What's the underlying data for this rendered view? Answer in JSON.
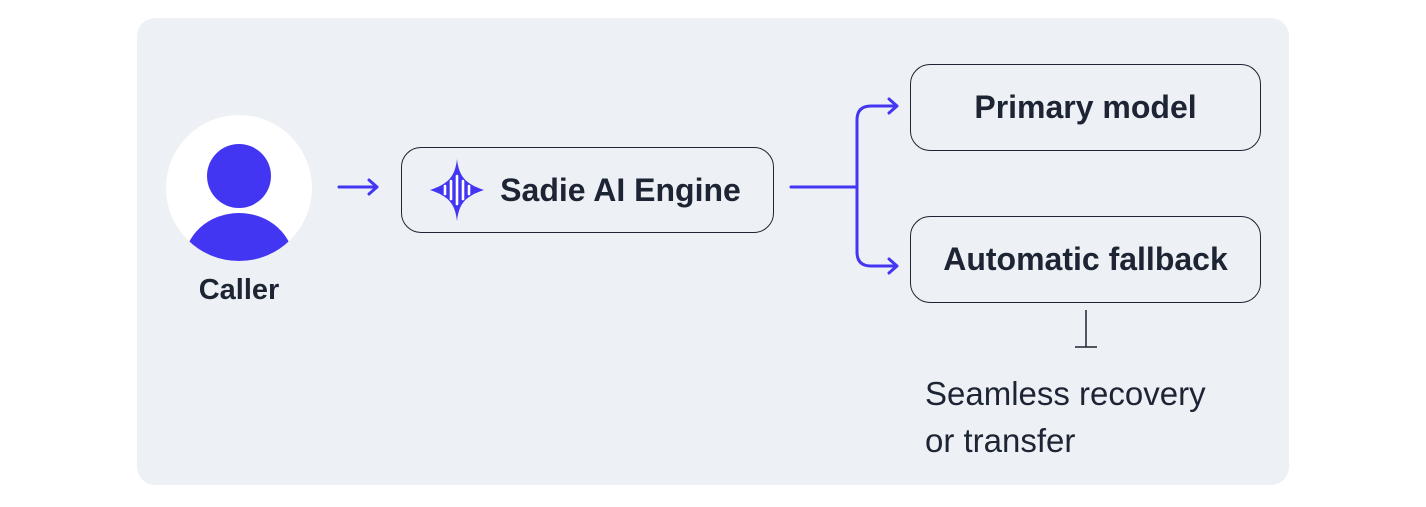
{
  "caller": {
    "label": "Caller",
    "icon": "person-icon"
  },
  "engine": {
    "label": "Sadie AI Engine",
    "icon": "sadie-logo-icon"
  },
  "outputs": {
    "primary": "Primary model",
    "fallback": "Automatic fallback"
  },
  "result": {
    "line1": "Seamless recovery",
    "line2": "or transfer"
  },
  "colors": {
    "accent": "#4336f2",
    "text": "#1d2433",
    "panel": "#edf0f5"
  }
}
